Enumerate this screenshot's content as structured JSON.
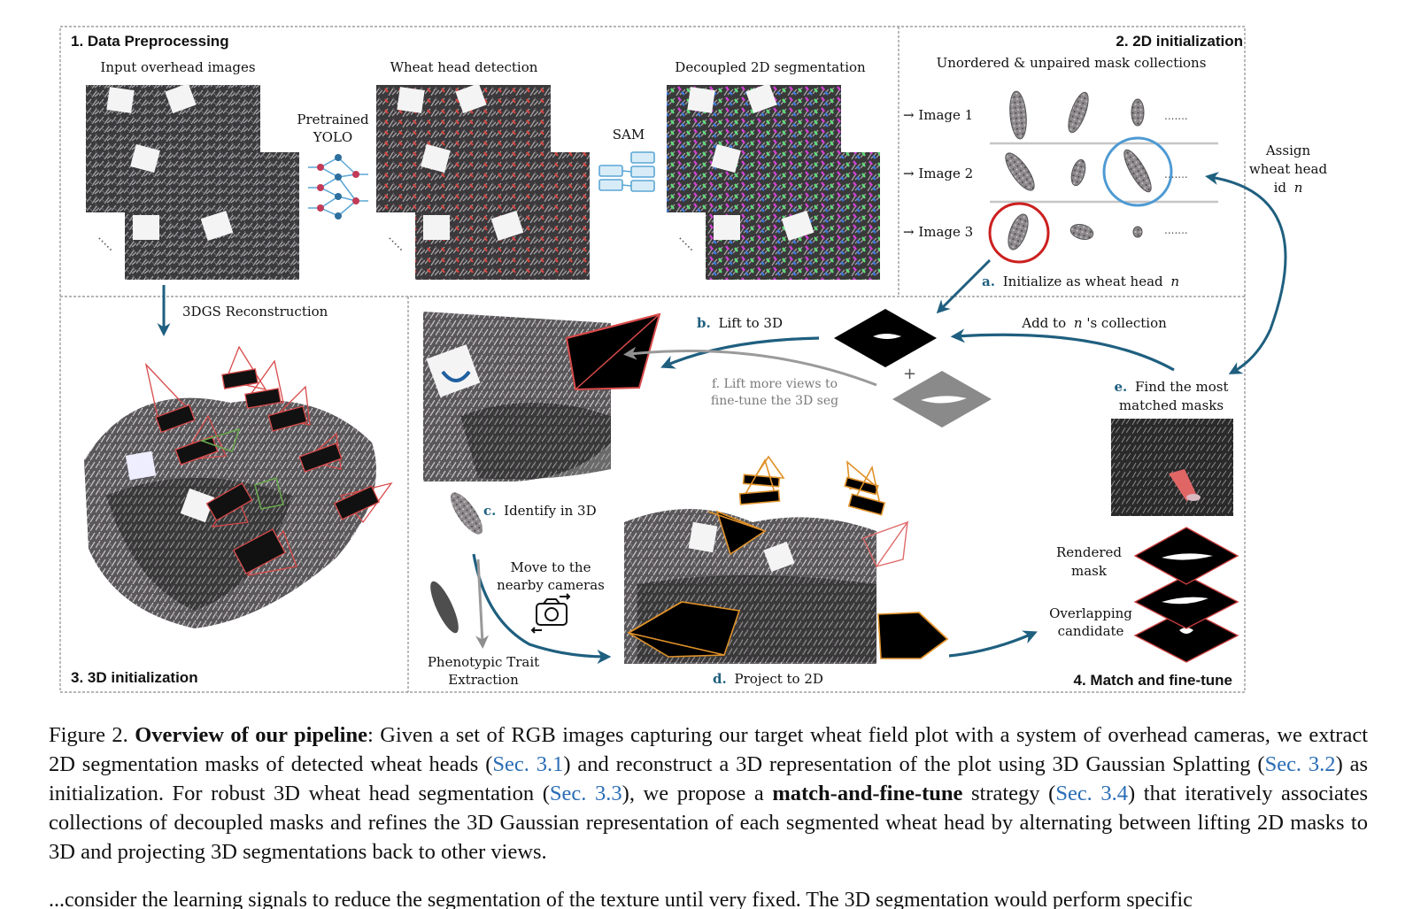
{
  "panels": {
    "preprocessing": {
      "title": "1. Data Preprocessing",
      "input_label": "Input overhead images",
      "yolo_label_1": "Pretrained",
      "yolo_label_2": "YOLO",
      "detection_label": "Wheat head detection",
      "sam_label": "SAM",
      "segmentation_label": "Decoupled 2D segmentation"
    },
    "init2d": {
      "title": "2. 2D initialization",
      "subtitle": "Unordered & unpaired mask collections",
      "rows": [
        "→ Image 1",
        "→ Image 2",
        "→ Image 3"
      ],
      "dots": ".......",
      "step_a_letter": "a.",
      "step_a_text": "Initialize as wheat head",
      "var_n": "n"
    },
    "init3d": {
      "title": "3. 3D initialization",
      "reconstruction_label": "3DGS Reconstruction"
    },
    "match": {
      "title": "4. Match and fine-tune",
      "step_b_letter": "b.",
      "step_b_text": "Lift to 3D",
      "add_text_pre": "Add to",
      "add_text_post": "'s collection",
      "plus": "+",
      "step_f_line1": "f. Lift more views to",
      "step_f_line2": "fine-tune the 3D seg",
      "assign_line1": "Assign",
      "assign_line2": "wheat head",
      "assign_line3": "id",
      "step_e_letter": "e.",
      "step_e_line1": "Find the most",
      "step_e_line2": "matched masks",
      "step_c_letter": "c.",
      "step_c_text": "Identify in 3D",
      "move_line1": "Move to the",
      "move_line2": "nearby cameras",
      "pheno_line1": "Phenotypic Trait",
      "pheno_line2": "Extraction",
      "step_d_letter": "d.",
      "step_d_text": "Project to 2D",
      "rendered_line1": "Rendered",
      "rendered_line2": "mask",
      "overlap_line1": "Overlapping",
      "overlap_line2": "candidate"
    }
  },
  "caption": {
    "label": "Figure 2.",
    "bold_title": "Overview of our pipeline",
    "t1": ": Given a set of RGB images capturing our target wheat field plot with a system of overhead cameras, we extract 2D segmentation masks of detected wheat heads (",
    "ref1": "Sec. 3.1",
    "t2": ") and reconstruct a 3D representation of the plot using 3D Gaussian Splatting (",
    "ref2": "Sec. 3.2",
    "t3": ") as initialization.  For robust 3D wheat head segmentation (",
    "ref3": "Sec. 3.3",
    "t4": "), we propose a ",
    "bold2": "match-and-fine-tune",
    "t5": " strategy (",
    "ref4": "Sec. 3.4",
    "t6": ") that iteratively associates collections of decoupled masks and refines the 3D Gaussian representation of each segmented wheat head by alternating between lifting 2D masks to 3D and projecting 3D segmentations back to other views."
  },
  "below_text": "...consider the learning signals to reduce the segmentation of the texture until very fixed. The 3D segmentation would perform specific"
}
